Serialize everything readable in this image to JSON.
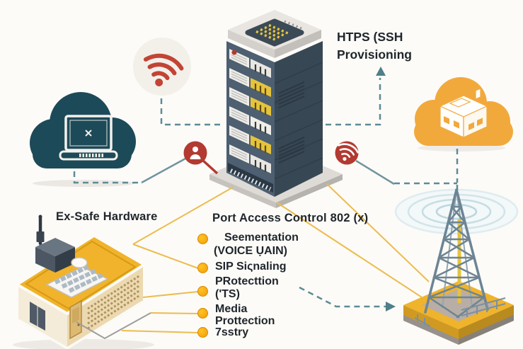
{
  "diagram": {
    "https_label": {
      "line1": "HTPS (SSH",
      "line2": "Provisioning"
    },
    "hardware_label": "Ex-Safe Hardware",
    "port_label": "Port Access Control 802 (x)",
    "list": {
      "items": [
        {
          "line1": "Seementation",
          "line2": "(VOICE ỤAIN)"
        },
        {
          "line1": "SIP Siςnaling",
          "line2": ""
        },
        {
          "line1": "PRotecttion",
          "line2": "('TS)"
        },
        {
          "line1": "Media",
          "line2": "Prottection"
        },
        {
          "line1": "7sstry",
          "line2": ""
        }
      ]
    },
    "icons": [
      "cloud-laptop-icon",
      "wifi-signal-icon",
      "server-rack-icon",
      "person-badge-icon",
      "wifi-badge-icon",
      "cloud-building-icon",
      "radio-tower-icon",
      "hardware-building-icon"
    ],
    "colors": {
      "background": "#fcfbf8",
      "teal_cloud": "#1d4a58",
      "amber_cloud": "#f2a93c",
      "badge_red": "#b23a31",
      "wifi_red": "#c24435",
      "server_slate": "#4d5f70",
      "connector_teal": "#5d8b95",
      "connector_yellow": "#ecbc4e",
      "bullet_orange": "#f7a600",
      "roof_yellow": "#f0b32b",
      "text_dark": "#20262c"
    }
  }
}
